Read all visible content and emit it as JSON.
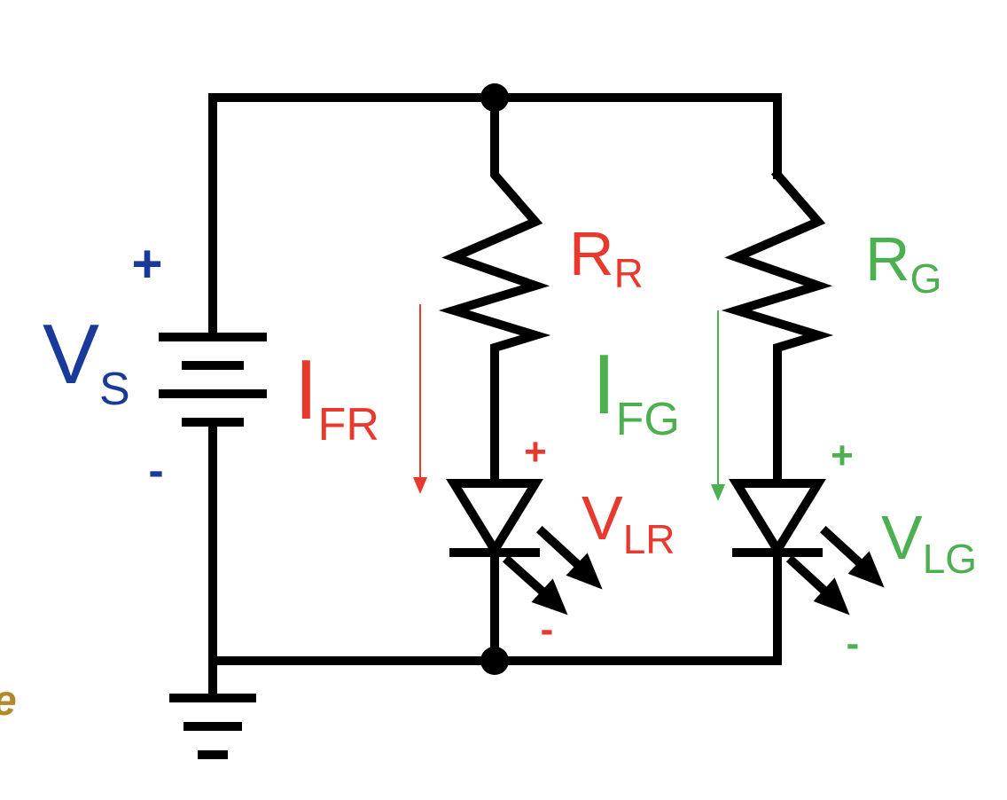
{
  "colors": {
    "wire": "#000000",
    "source": "#1a3a9a",
    "red_branch": "#e8392e",
    "green_branch": "#4caf50",
    "edge_text": "#b08a2a"
  },
  "source": {
    "main": "V",
    "sub": "S",
    "plus": "+",
    "minus": "-"
  },
  "red_branch": {
    "resistor_main": "R",
    "resistor_sub": "R",
    "current_main": "I",
    "current_sub": "FR",
    "led_main": "V",
    "led_sub": "LR",
    "plus": "+",
    "minus": "-"
  },
  "green_branch": {
    "resistor_main": "R",
    "resistor_sub": "G",
    "current_main": "I",
    "current_sub": "FG",
    "led_main": "V",
    "led_sub": "LG",
    "plus": "+",
    "minus": "-"
  },
  "edge_fragment": "e"
}
